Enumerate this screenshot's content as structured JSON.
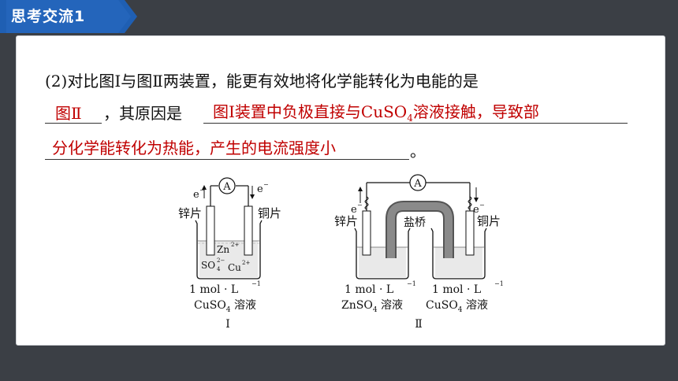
{
  "header": {
    "title": "思考交流1"
  },
  "question": {
    "line1": "(2)对比图Ⅰ与图Ⅱ两装置，能更有效地将化学能转化为电能的是",
    "answer1": "图Ⅱ",
    "mid_text": "，其原因是",
    "answer2_prefix": "图Ⅰ装置中负极直接与CuSO",
    "answer2_sub": "4",
    "answer2_suffix": "溶液接触，导致部",
    "answer3": "分化学能转化为热能，产生的电流强度小",
    "end_punct": "。"
  },
  "diagram1": {
    "meter": "A",
    "electron_left": "e",
    "electron_right": "e",
    "left_electrode": "锌片",
    "right_electrode": "铜片",
    "ion_zn": "Zn",
    "ion_zn_charge": "2+",
    "ion_so4": "SO",
    "ion_so4_sub": "4",
    "ion_so4_charge": "2−",
    "ion_cu": "Cu",
    "ion_cu_charge": "2+",
    "conc": "1 mol · L",
    "conc_exp": "−1",
    "solution_prefix": "CuSO",
    "solution_sub": "4",
    "solution_suffix": " 溶液",
    "label": "Ⅰ"
  },
  "diagram2": {
    "meter": "A",
    "electron_left": "e",
    "electron_right": "e",
    "left_electrode": "锌片",
    "right_electrode": "铜片",
    "salt_bridge": "盐桥",
    "left_conc": "1 mol · L",
    "left_conc_exp": "−1",
    "left_solution_prefix": "ZnSO",
    "left_solution_sub": "4",
    "left_solution_suffix": " 溶液",
    "right_conc": "1 mol · L",
    "right_conc_exp": "−1",
    "right_solution_prefix": "CuSO",
    "right_solution_sub": "4",
    "right_solution_suffix": " 溶液",
    "label": "Ⅱ"
  },
  "colors": {
    "background": "#3b3f45",
    "header_blue": "#1f5fb3",
    "answer_red": "#c00000"
  }
}
